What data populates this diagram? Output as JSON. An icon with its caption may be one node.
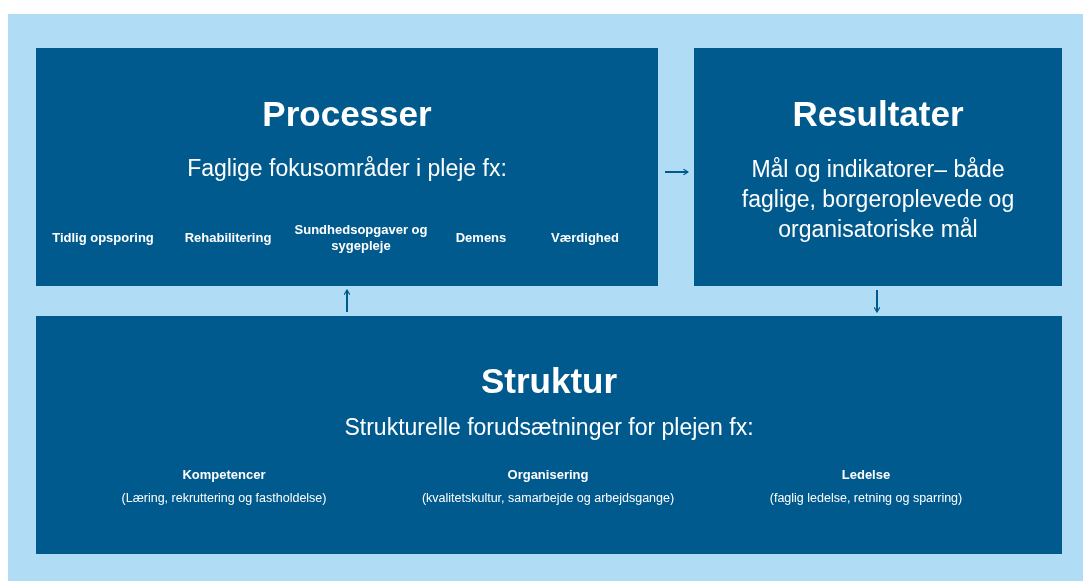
{
  "diagram": {
    "nodes": [
      {
        "text": [
          "Processer",
          "Faglige fokusområder i pleje fx:",
          "Tidlig opsporing",
          "Rehabilitering",
          "Sundhedsopgaver og sygepleje",
          "Demens",
          "Værdighed"
        ]
      },
      {
        "text": [
          "Resultater",
          "Mål og indikatorer– både faglige, borgeroplevede og organisatoriske mål"
        ]
      },
      {
        "text": [
          "Struktur",
          "Strukturelle forudsætninger for plejen fx:",
          "Kompetencer",
          "(Læring, rekruttering og fastholdelse)",
          "Organisering",
          "(kvalitetskultur, samarbejde og arbejdsgange)",
          "Ledelse",
          "(faglig ledelse, retning og sparring)"
        ]
      }
    ],
    "edges": [
      {
        "from": 0,
        "to": 1,
        "arrow": "to"
      },
      {
        "from": 1,
        "to": 2,
        "arrow": "to"
      },
      {
        "from": 2,
        "to": 0,
        "arrow": "to"
      }
    ]
  }
}
